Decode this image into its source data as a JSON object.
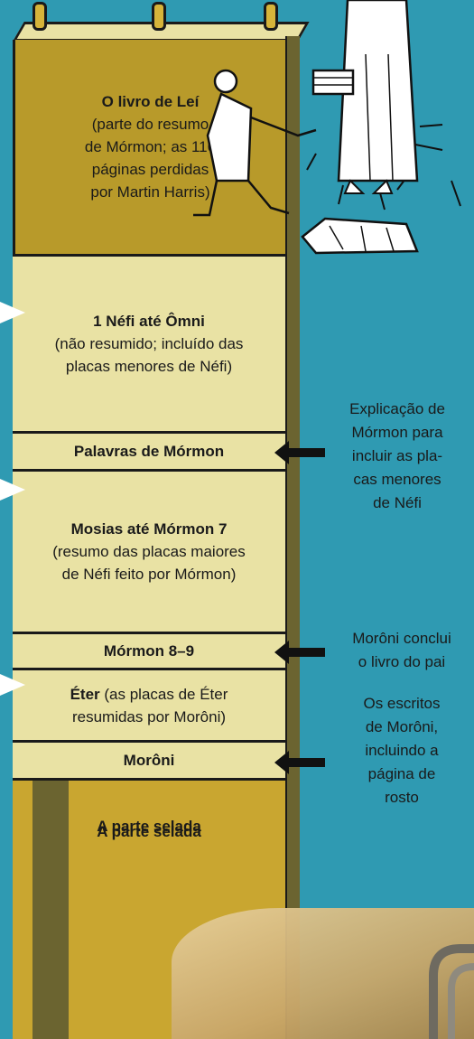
{
  "sections": {
    "lehi": {
      "title": "O livro de Leí",
      "lines": [
        "(parte do resumo",
        "de Mórmon; as 116",
        "páginas perdidas",
        "por Martin Harris)"
      ]
    },
    "nephi": {
      "title": "1 Néfi até Ômni",
      "lines": [
        "(não resumido; incluído das",
        "placas menores de Néfi)"
      ]
    },
    "words": {
      "title": "Palavras de Mórmon"
    },
    "mosiah": {
      "title": "Mosias até Mórmon 7",
      "lines": [
        "(resumo das placas maiores",
        "de Néfi feito por Mórmon)"
      ]
    },
    "mormon89": {
      "title": "Mórmon 8–9"
    },
    "ether": {
      "title": "Éter",
      "rest": " (as placas de Éter",
      "line2": "resumidas por Morôni)"
    },
    "moroni": {
      "title": "Morôni"
    },
    "sealed": {
      "title": "A parte selada"
    }
  },
  "notes": {
    "words": [
      "Explicação de",
      "Mórmon para",
      "incluir as pla-",
      "cas menores",
      "de Néfi"
    ],
    "mormon89": [
      "Morôni conclui",
      "o livro do pai"
    ],
    "moroni": [
      "Os escritos",
      "de Morôni,",
      "incluindo a",
      "página de",
      "rosto"
    ]
  },
  "colors": {
    "background": "#2f9ab2",
    "plate_dark": "#b89a2a",
    "plate_light": "#e9e2a4",
    "plate_gold": "#c9a630"
  }
}
